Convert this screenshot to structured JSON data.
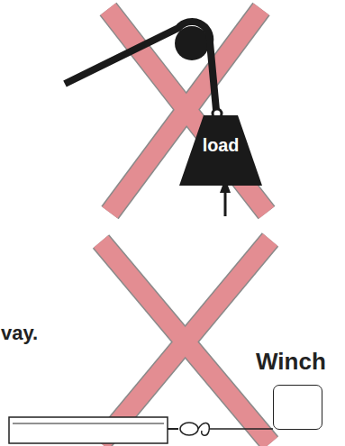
{
  "diagram": {
    "nodes": [
      {
        "text": [
          "load"
        ]
      },
      {
        "text": [
          "Winch"
        ]
      }
    ],
    "labels": [
      "vay."
    ]
  }
}
